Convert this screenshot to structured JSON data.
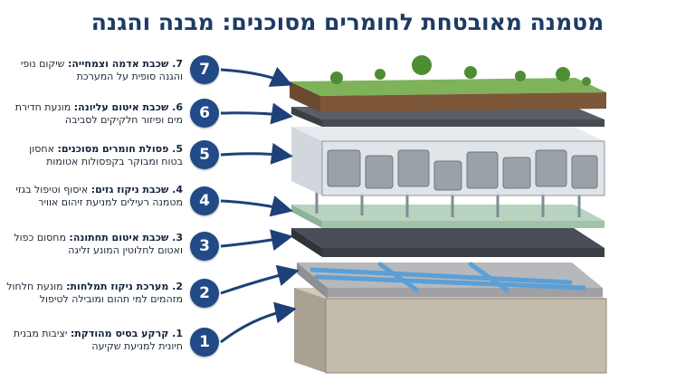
{
  "title": "מטמנה מאובטחת לחומרים מסוכנים: מבנה והגנה",
  "colors": {
    "badge": "#214a86",
    "title": "#1f3b64",
    "arrow": "#1d4178"
  },
  "layers": [
    {
      "number": "7",
      "head": "7. שכבת אדמה וצמחייה:",
      "body": "שיקום נופי והגנה סופית על המערכת"
    },
    {
      "number": "6",
      "head": "6. שכבת איטום עליונה:",
      "body": "מונעת חדירת מים ופיזור חלקיקים לסביבה"
    },
    {
      "number": "5",
      "head": "5. פסולת חומרים מסוכנים:",
      "body": "אחסון בטוח ומבוקר בקפסולות אטומות"
    },
    {
      "number": "4",
      "head": "4. שכבת ניקוז גזים:",
      "body": "איסוף וטיפול בגזי מטמנה רעילים למניעת זיהום אוויר"
    },
    {
      "number": "3",
      "head": "3. שכבת איטום תחתונה:",
      "body": "מחסום כפול ואטום לחלוטין המונע זליגה"
    },
    {
      "number": "2",
      "head": "2. מערכת ניקוז תמלחות:",
      "body": "מונעת חלחול מזהמים למי תהום ומובילה לטיפול"
    },
    {
      "number": "1",
      "head": "1. קרקע בסיס מהודקת:",
      "body": "יציבות מבנית חיונית למניעת שקיעה"
    }
  ]
}
